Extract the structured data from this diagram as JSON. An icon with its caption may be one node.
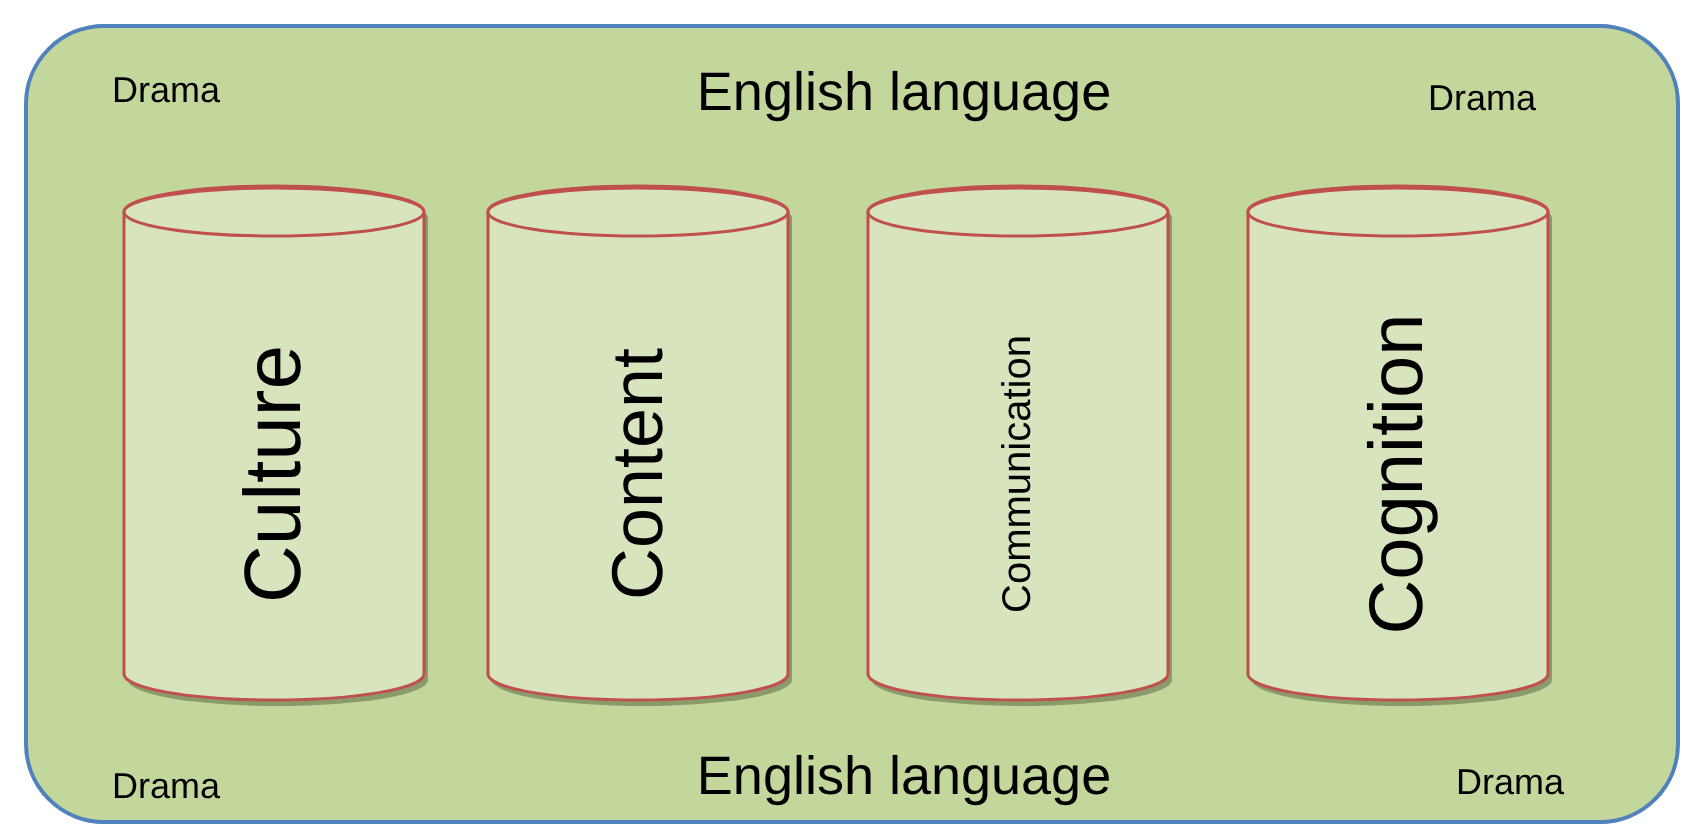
{
  "diagram": {
    "nodes": [
      {
        "text": [
          "Drama",
          "English language",
          "Drama",
          "Drama",
          "English language",
          "Drama"
        ]
      },
      {
        "text": [
          "Culture"
        ],
        "in": 0
      },
      {
        "text": [
          "Content"
        ],
        "in": 0
      },
      {
        "text": [
          "Communication"
        ],
        "in": 0
      },
      {
        "text": [
          "Cognition"
        ],
        "in": 0
      }
    ]
  }
}
